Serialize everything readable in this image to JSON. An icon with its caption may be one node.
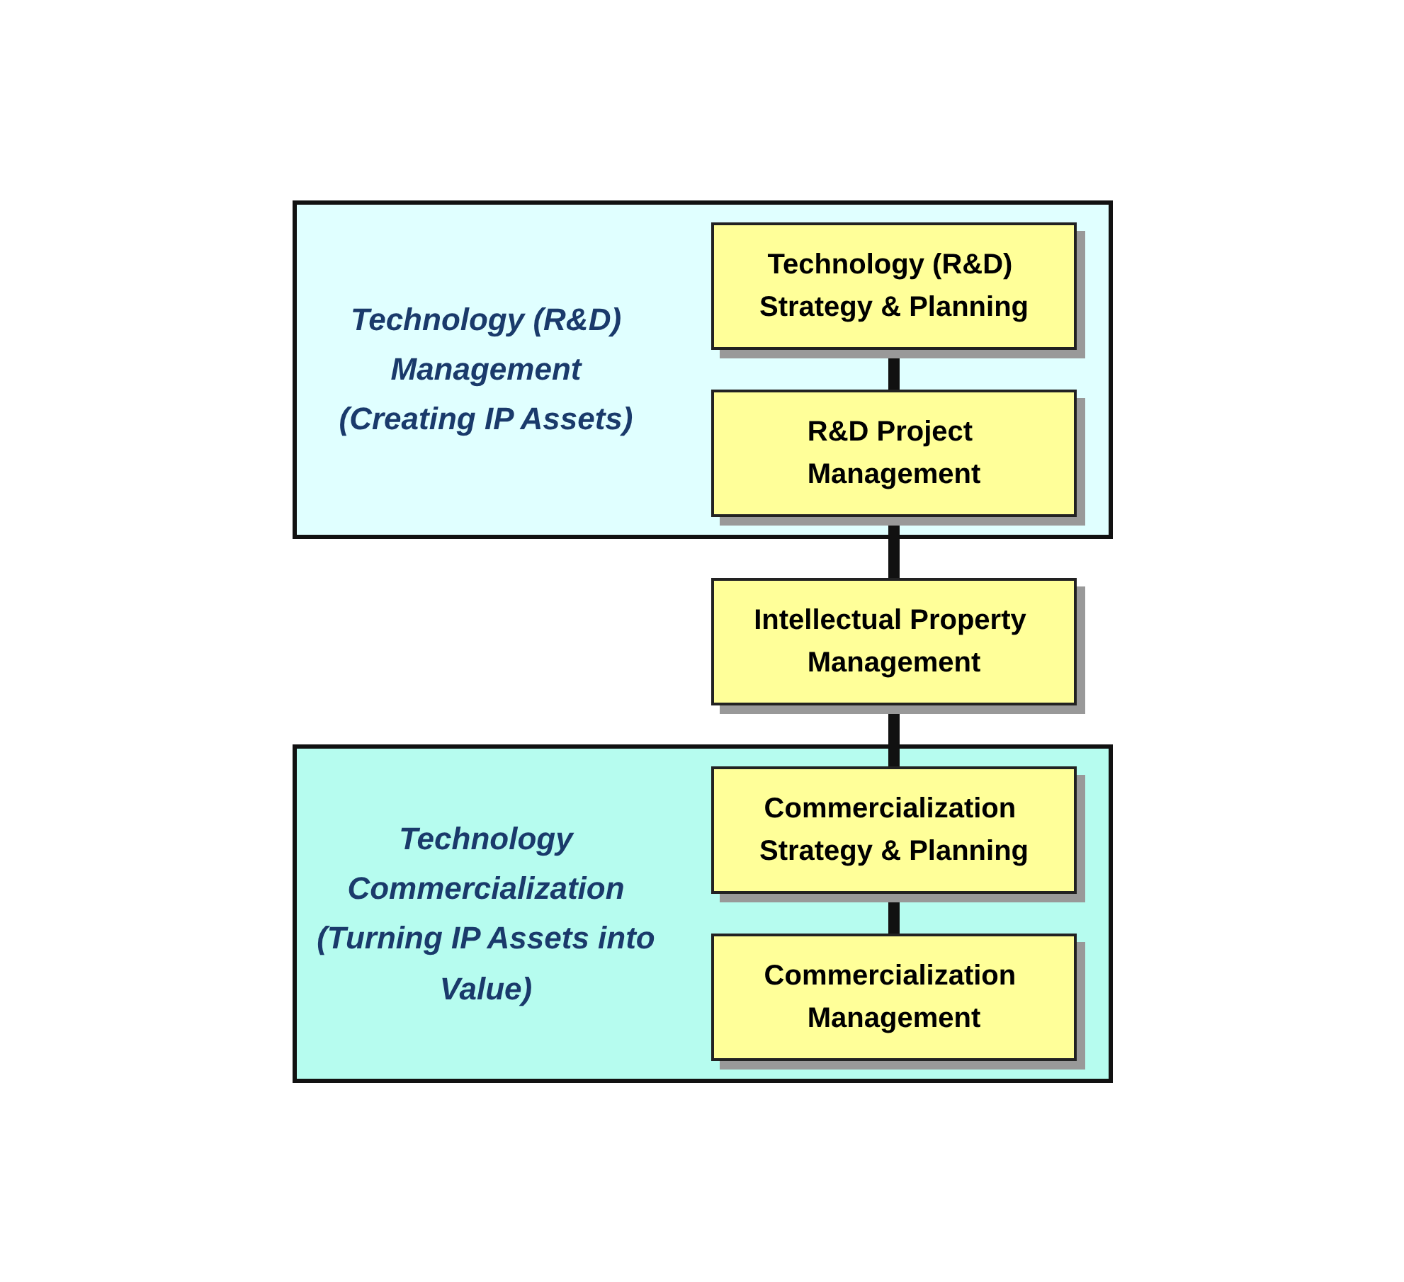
{
  "diagram": {
    "nodes": [
      {
        "text": [
          "Technology (R&D) Management",
          "(Creating IP Assets)"
        ]
      },
      {
        "text": [
          "Technology Commercialization",
          "(Turning IP Assets into Value)"
        ]
      },
      {
        "text": [
          "Technology (R&D) Strategy & Planning"
        ],
        "in": 0
      },
      {
        "text": [
          "R&D Project Management"
        ],
        "in": 0
      },
      {
        "text": [
          "Intellectual Property Management"
        ]
      },
      {
        "text": [
          "Commercialization Strategy & Planning"
        ],
        "in": 1
      },
      {
        "text": [
          "Commercialization Management"
        ],
        "in": 1
      }
    ],
    "edges": [
      {
        "from": 2,
        "to": 3,
        "arrow": "none"
      },
      {
        "from": 3,
        "to": 4,
        "arrow": "none"
      },
      {
        "from": 4,
        "to": 5,
        "arrow": "none"
      },
      {
        "from": 5,
        "to": 6,
        "arrow": "none"
      }
    ]
  }
}
